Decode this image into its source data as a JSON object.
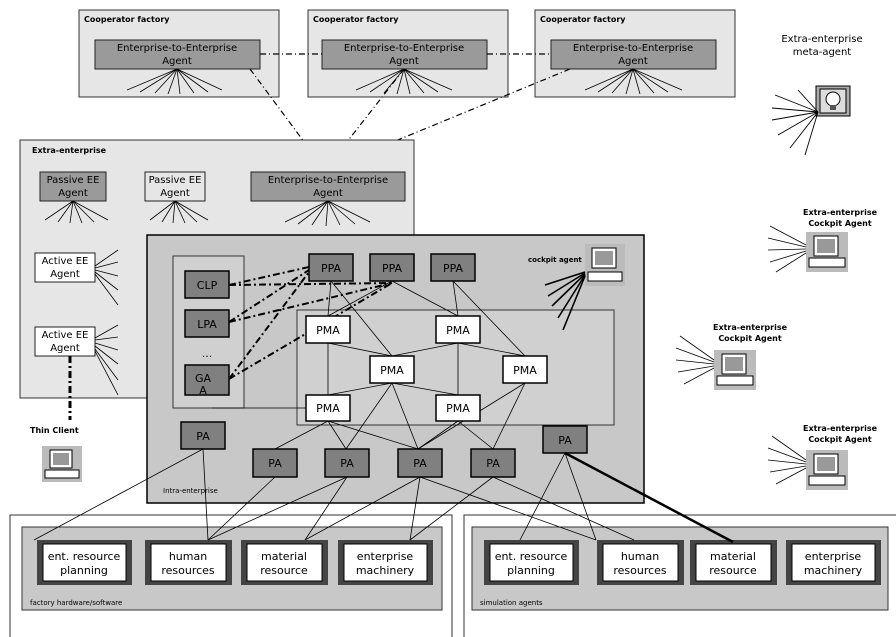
{
  "diagram": {
    "cooperators": [
      {
        "title": "Cooperator factory",
        "agent_line1": "Enterprise-to-Enterprise",
        "agent_line2": "Agent"
      },
      {
        "title": "Cooperator factory",
        "agent_line1": "Enterprise-to-Enterprise",
        "agent_line2": "Agent"
      },
      {
        "title": "Cooperator factory",
        "agent_line1": "Enterprise-to-Enterprise",
        "agent_line2": "Agent"
      }
    ],
    "meta_agent": {
      "line1": "Extra-enterprise",
      "line2": "meta-agent"
    },
    "extra_enterprise": {
      "title": "Extra-enterprise",
      "passive1": {
        "line1": "Passive EE",
        "line2": "Agent"
      },
      "passive2": {
        "line1": "Passive EE",
        "line2": "Agent"
      },
      "e2e": {
        "line1": "Enterprise-to-Enterprise",
        "line2": "Agent"
      },
      "active1": {
        "line1": "Active EE",
        "line2": "Agent"
      },
      "active2": {
        "line1": "Active EE",
        "line2": "Agent"
      }
    },
    "thin_client": "Thin Client",
    "cockpits": [
      {
        "line1": "Extra-enterprise",
        "line2": "Cockpit Agent"
      },
      {
        "line1": "Extra-enterprise",
        "line2": "Cockpit Agent"
      },
      {
        "line1": "Extra-enterprise",
        "line2": "Cockpit Agent"
      }
    ],
    "intra": {
      "label": "Intra-enterprise",
      "cockpit_label": "cockpit agent",
      "clp": "CLP",
      "lpa": "LPA",
      "dots": "...",
      "ga_line1": "GA",
      "ga_line2": "A",
      "ppa": "PPA",
      "pma": "PMA",
      "pa": "PA"
    },
    "factory_group": {
      "label": "factory hardware/software",
      "systems": [
        {
          "line1": "ent. resource",
          "line2": "planning"
        },
        {
          "line1": "human",
          "line2": "resources"
        },
        {
          "line1": "material",
          "line2": "resource"
        },
        {
          "line1": "enterprise",
          "line2": "machinery"
        }
      ]
    },
    "simulation_group": {
      "label": "simulation agents",
      "systems": [
        {
          "line1": "ent. resource",
          "line2": "planning"
        },
        {
          "line1": "human",
          "line2": "resources"
        },
        {
          "line1": "material",
          "line2": "resource"
        },
        {
          "line1": "enterprise",
          "line2": "machinery"
        }
      ]
    }
  }
}
